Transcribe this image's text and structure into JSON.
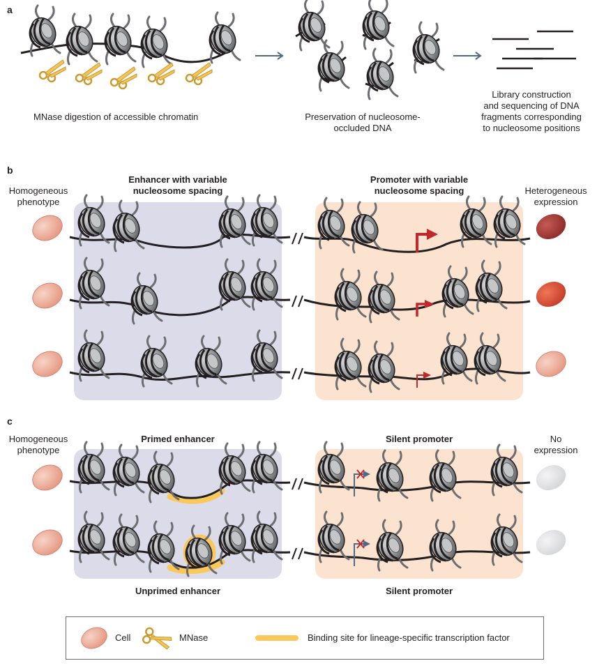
{
  "panels": {
    "a": {
      "letter": "a",
      "caption_digestion": "MNase digestion of accessible chromatin",
      "caption_preservation_line1": "Preservation of nucleosome-",
      "caption_preservation_line2": "occluded DNA",
      "caption_library_line1": "Library construction",
      "caption_library_line2": "and sequencing of DNA",
      "caption_library_line3": "fragments  corresponding",
      "caption_library_line4": "to nucleosome positions"
    },
    "b": {
      "letter": "b",
      "left_side_line1": "Homogeneous",
      "left_side_line2": "phenotype",
      "enhancer_title_line1": "Enhancer with variable",
      "enhancer_title_line2": "nucleosome spacing",
      "promoter_title_line1": "Promoter with variable",
      "promoter_title_line2": "nucleosome spacing",
      "right_side_line1": "Heterogeneous",
      "right_side_line2": "expression"
    },
    "c": {
      "letter": "c",
      "left_side_line1": "Homogeneous",
      "left_side_line2": "phenotype",
      "primed_title": "Primed enhancer",
      "silent_title_top": "Silent promoter",
      "right_side_line1": "No",
      "right_side_line2": "expression",
      "unprimed_title": "Unprimed enhancer",
      "silent_title_bottom": "Silent promoter"
    }
  },
  "legend": {
    "cell": "Cell",
    "mnase": "MNase",
    "binding_site": "Binding site for lineage-specific transcription factor"
  },
  "colors": {
    "enhancer_bg": "#dcdbea",
    "promoter_bg": "#fbe3cf",
    "cell_pink": "#f1b3a3",
    "expr_high": "#a93a36",
    "expr_mid": "#dc4a33",
    "no_expr": "#e6e7e8",
    "tf_binding": "#fbc95b",
    "scissors": "#e8b84a",
    "arrow_red": "#c1272d",
    "arrow_blue": "#4e6b84"
  }
}
